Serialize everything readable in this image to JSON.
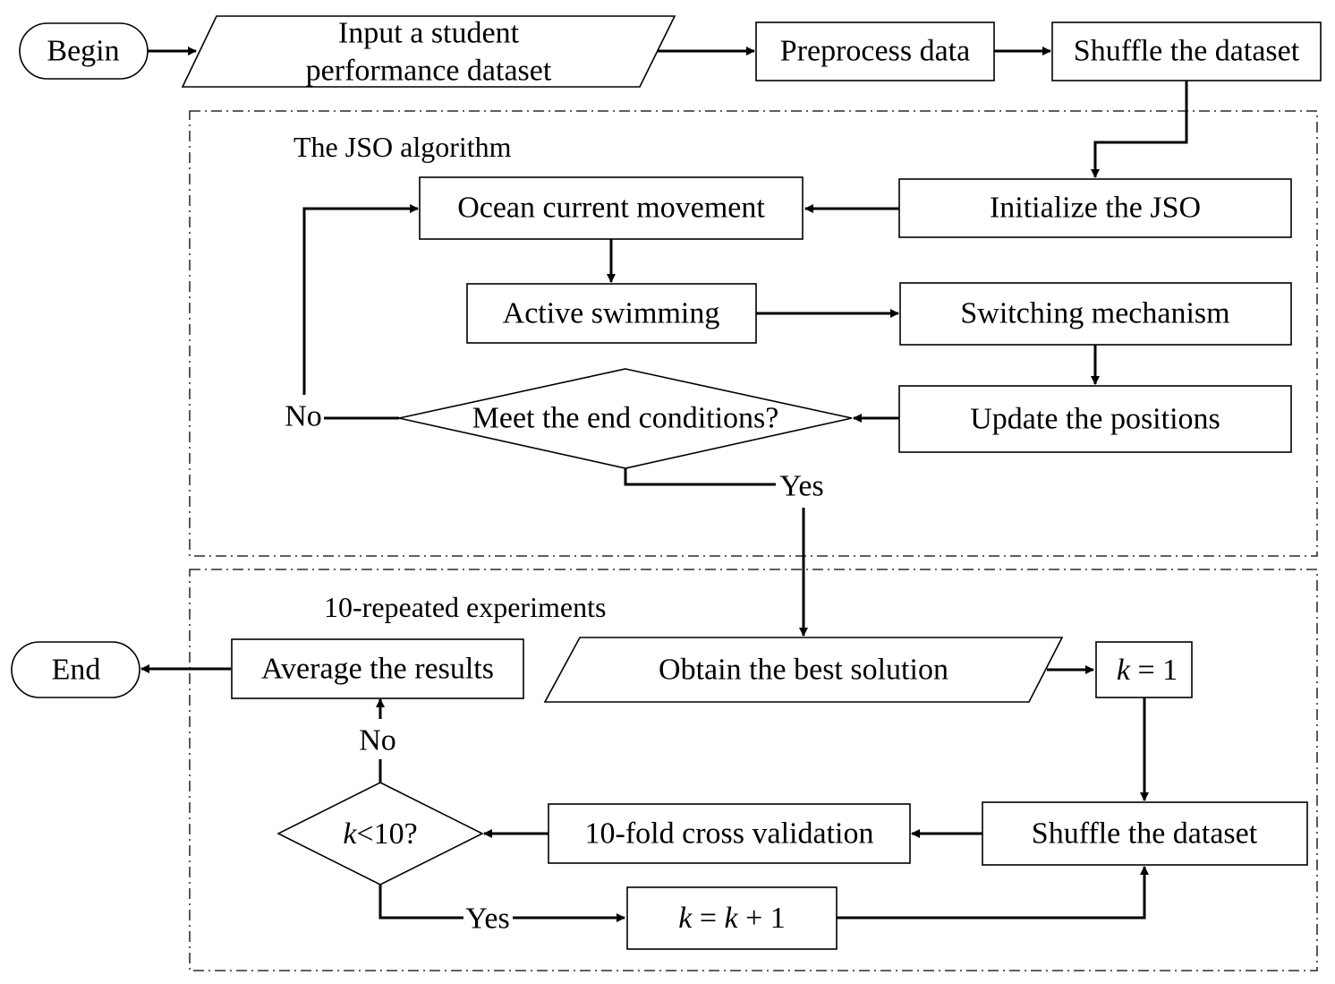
{
  "nodes": {
    "begin": "Begin",
    "input_line1": "Input a student",
    "input_line2": "performance dataset",
    "preprocess": "Preprocess data",
    "shuffle_top": "Shuffle the dataset",
    "init_jso": "Initialize the JSO",
    "ocean": "Ocean current movement",
    "active": "Active swimming",
    "switching": "Switching mechanism",
    "update": "Update the positions",
    "meet": "Meet the end conditions?",
    "obtain": "Obtain the best solution",
    "k_init": {
      "var": "k",
      "rest": " = 1"
    },
    "shuffle_bottom": "Shuffle the dataset",
    "tenfold": "10-fold cross validation",
    "k_cond": {
      "var": "k",
      "rest": "<10?"
    },
    "k_inc": {
      "var1": "k",
      "mid": " = ",
      "var2": "k",
      "rest": " + 1"
    },
    "average": "Average the results",
    "end": "End"
  },
  "regions": {
    "jso": "The JSO algorithm",
    "experiments": "10-repeated experiments"
  },
  "edge_labels": {
    "jso_no": "No",
    "jso_yes": "Yes",
    "k_no": "No",
    "k_yes": "Yes"
  }
}
